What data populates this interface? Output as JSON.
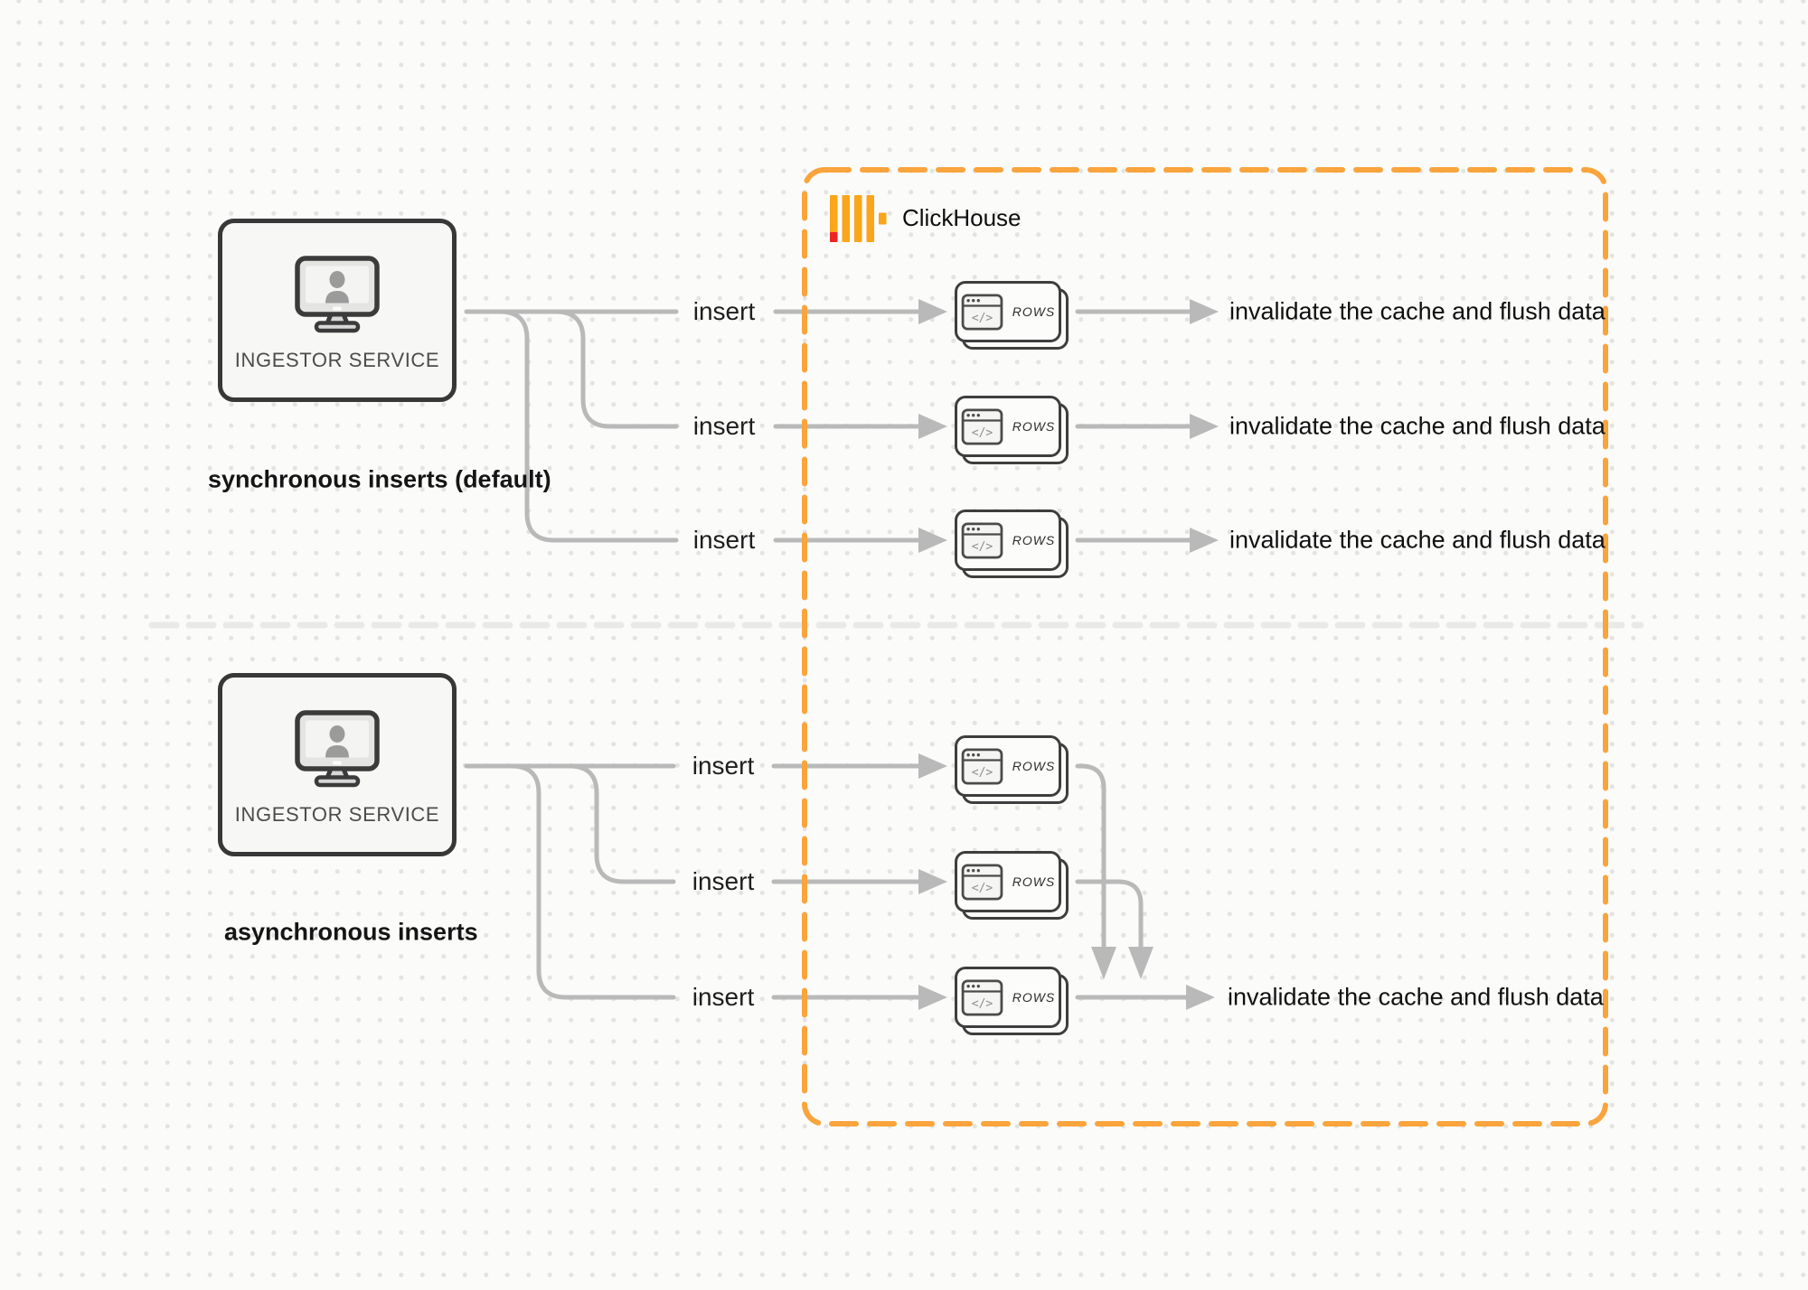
{
  "clickhouse": {
    "title": "ClickHouse",
    "border_color": "#F9A43C",
    "logo_bar_color": "#FAA51A",
    "logo_accent_color": "#EE2424"
  },
  "ingestor": {
    "label": "INGESTOR SERVICE"
  },
  "captions": {
    "sync": "synchronous inserts (default)",
    "async": "asynchronous inserts"
  },
  "labels": {
    "insert": "insert",
    "invalidate": "invalidate the cache and flush data",
    "rows": "ROWS",
    "code_glyph": "</>"
  },
  "colors": {
    "connector_gray": "#B9B9B9",
    "divider_gray": "#E9E9E8",
    "node_border": "#383838",
    "node_fill": "#F7F7F5"
  }
}
